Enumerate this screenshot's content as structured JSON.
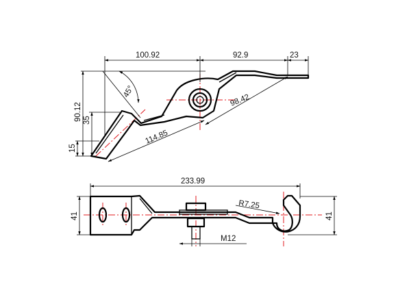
{
  "colors": {
    "part_outline": "#000000",
    "center_line": "#e0191e",
    "dimension": "#000000",
    "background": "#ffffff"
  },
  "top_view": {
    "dims": {
      "overall_left": "100.92",
      "overall_mid": "92.9",
      "tip": "23",
      "angle": "45°",
      "height_total": "90.12",
      "height_35": "35",
      "height_15": "15",
      "arm_length": "114.85",
      "radius_arm": "98.42"
    }
  },
  "front_view": {
    "dims": {
      "overall_length": "233.99",
      "left_height": "41",
      "right_height": "41",
      "hook_radius": "R7.25",
      "thread": "M12"
    }
  }
}
